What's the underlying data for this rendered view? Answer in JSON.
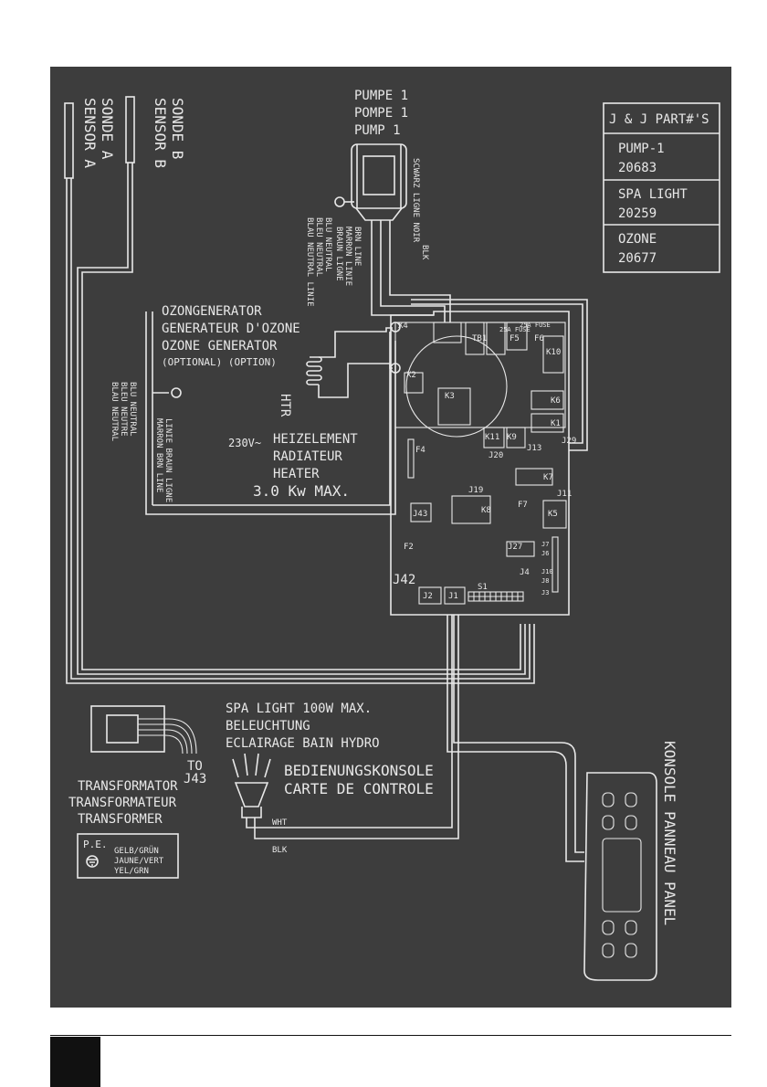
{
  "colors": {
    "panel": "#3d3d3d",
    "line": "#e8e8e8"
  },
  "parts": {
    "header": "J & J PART#'S",
    "items": [
      {
        "name": "PUMP-1",
        "number": "20683"
      },
      {
        "name": "SPA LIGHT",
        "number": "20259"
      },
      {
        "name": "OZONE",
        "number": "20677"
      }
    ]
  },
  "pump": {
    "labels": [
      "PUMPE 1",
      "POMPE 1",
      "PUMP 1"
    ]
  },
  "pump_wires": {
    "black": [
      "SCWARZ LIGNE NOIR",
      "BLK"
    ],
    "brown": [
      "BRAUN LIGNE",
      "MARRON LINIE",
      "BRN LINE"
    ],
    "blue": [
      "BLAU NEUTRAL LINIE",
      "BLEU NEUTRAL",
      "BLU NEUTRAL"
    ]
  },
  "sensors": {
    "b": [
      "SENSOR B",
      "SONDE B"
    ],
    "a": [
      "SENSOR A",
      "SONDE A"
    ]
  },
  "ozone": {
    "labels": [
      "OZONGENERATOR",
      "GENERATEUR D'OZONE",
      "OZONE GENERATOR"
    ],
    "optional": "(OPTIONAL) (OPTION)",
    "neutral": [
      "BLAU NEUTRAL",
      "BLEU NEUTRE",
      "BLU NEUTRAL"
    ],
    "line": [
      "MARRON BRN LINE",
      "LINIE BRAUN LIGNE"
    ]
  },
  "heater": {
    "tag": "HTR",
    "voltage": "230V~",
    "labels": [
      "HEIZELEMENT",
      "RADIATEUR",
      "HEATER"
    ],
    "max": "3.0 Kw MAX."
  },
  "board": {
    "labels": {
      "x4": "X4",
      "x2": "X2",
      "k3": "K3",
      "tb1": "TB1",
      "fuse1": "25A FUSE",
      "fuse2": "25A FUSE",
      "f5": "F5",
      "f6": "F6",
      "k10": "K10",
      "k6": "K6",
      "k1": "K1",
      "j29": "J29",
      "k11": "K11",
      "k9": "K9",
      "j13": "J13",
      "j20": "J20",
      "f4": "F4",
      "k7": "K7",
      "j19": "J19",
      "k8": "K8",
      "f7": "F7",
      "j11": "J11",
      "k5": "K5",
      "j43": "J43",
      "f2": "F2",
      "j27": "J27",
      "j42": "J42",
      "j2": "J2",
      "j1": "J1",
      "s1": "S1",
      "j4": "J4",
      "j7": "J7",
      "j6": "J6",
      "j10": "J10",
      "j8": "J8",
      "j3": "J3"
    }
  },
  "light": {
    "labels": [
      "SPA LIGHT 100W MAX.",
      "BELEUCHTUNG",
      "ECLAIRAGE BAIN HYDRO"
    ],
    "wht": "WHT",
    "blk": "BLK"
  },
  "console": {
    "labels": [
      "BEDIENUNGSKONSOLE",
      "CARTE DE CONTROLE"
    ],
    "side": "KONSOLE PANNEAU PANEL"
  },
  "transformer": {
    "labels": [
      "TRANSFORMATOR",
      "TRANSFORMATEUR",
      "TRANSFORMER"
    ],
    "to": [
      "TO",
      "J43"
    ],
    "pe": "P.E.",
    "ground": [
      "GELB/GRÜN",
      "JAUNE/VERT",
      "YEL/GRN"
    ]
  }
}
